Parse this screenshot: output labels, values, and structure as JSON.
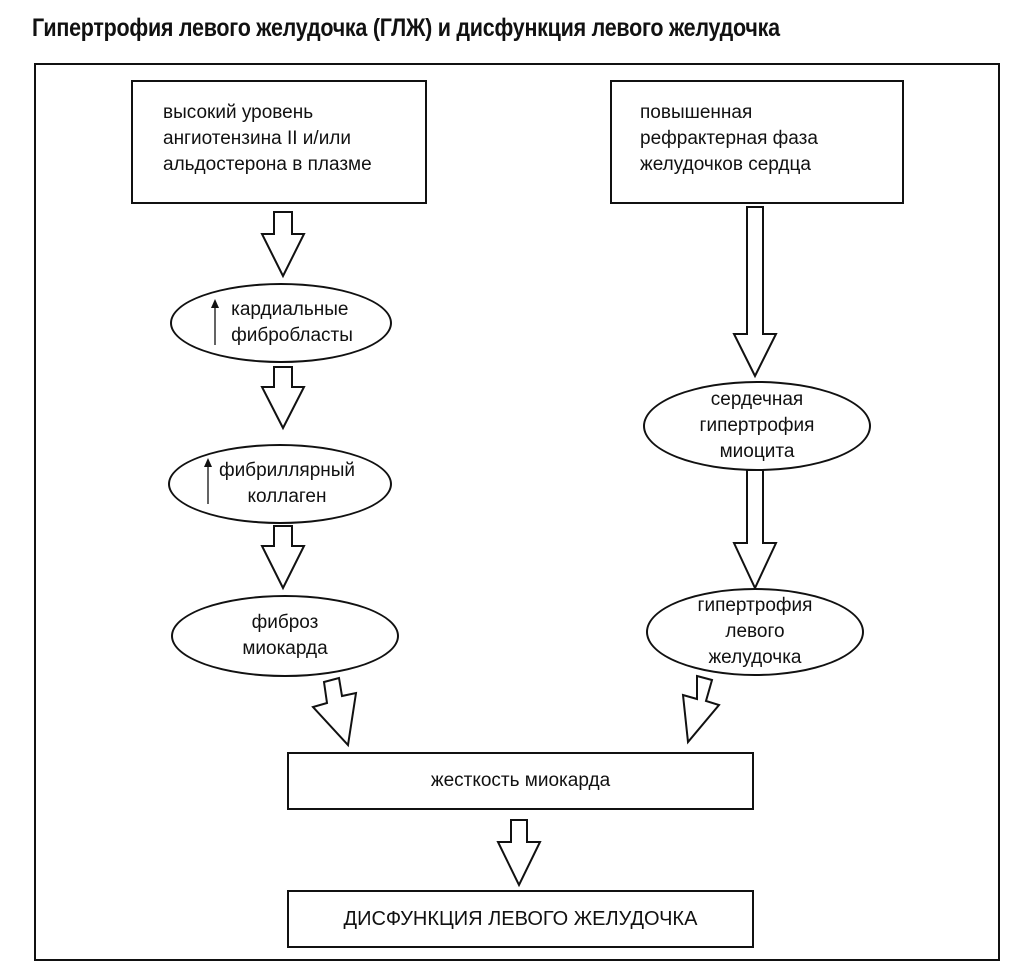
{
  "title": "Гипертрофия левого желудочка (ГЛЖ) и дисфункция левого желудочка",
  "nodes": {
    "angiotensin": [
      "высокий уровень",
      "ангиотензина II и/или",
      "альдостерона в плазме"
    ],
    "refractory": [
      "повышенная",
      "рефрактерная фаза",
      "желудочков сердца"
    ],
    "fibroblasts": [
      "кардиальные",
      "фибробласты"
    ],
    "collagen": [
      "фибриллярный",
      "коллаген"
    ],
    "fibrosis": [
      "фиброз",
      "миокарда"
    ],
    "myocyte": [
      "сердечная",
      "гипертрофия",
      "миоцита"
    ],
    "lvh": [
      "гипертрофия",
      "левого",
      "желудочка"
    ],
    "stiffness": "жесткость миокарда",
    "dysfunction": "ДИСФУНКЦИЯ ЛЕВОГО ЖЕЛУДОЧКА"
  }
}
